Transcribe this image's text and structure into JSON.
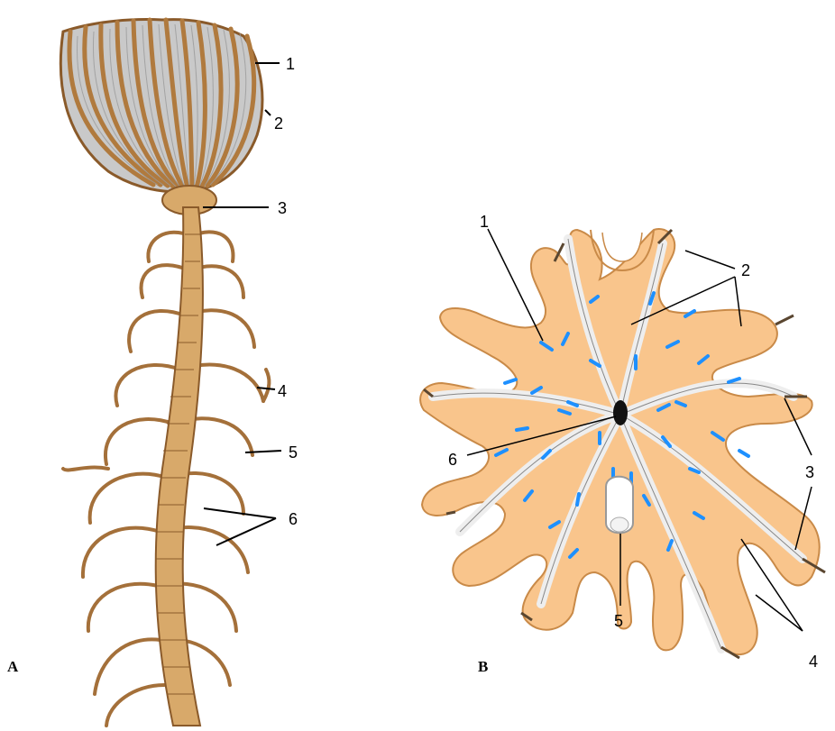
{
  "panels": {
    "a": {
      "letter": "A",
      "callouts": [
        "1",
        "2",
        "3",
        "4",
        "5",
        "6"
      ]
    },
    "b": {
      "letter": "B",
      "callouts": [
        "1",
        "2",
        "3",
        "4",
        "5",
        "6"
      ]
    }
  },
  "colors": {
    "stalk_fill": "#d8a96a",
    "stalk_dark": "#8a5a2a",
    "pinnule_gray": "#9a9a9a",
    "body_fill": "#f9c58c",
    "groove_white": "#eeeeee",
    "arrow_blue": "#1e90ff",
    "mouth": "#111111"
  }
}
